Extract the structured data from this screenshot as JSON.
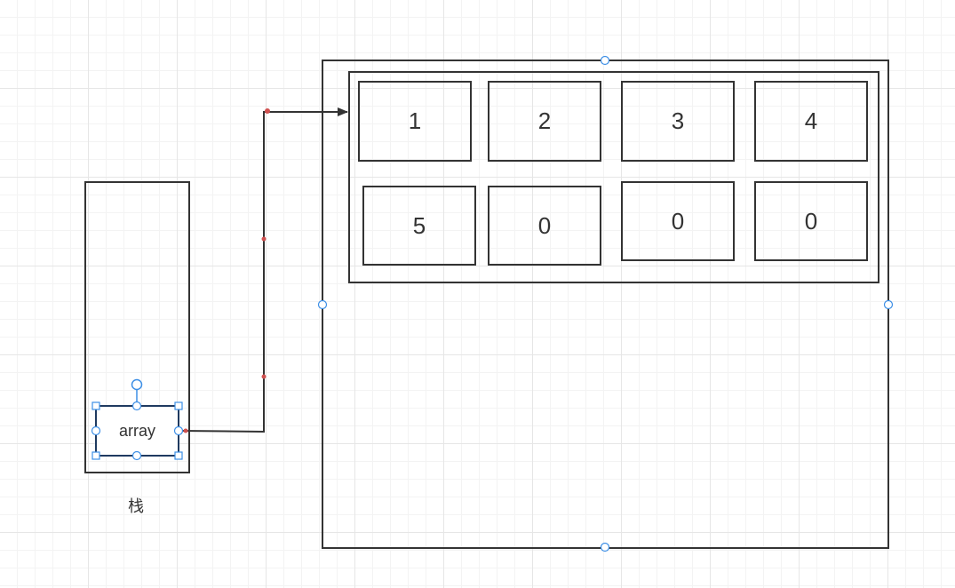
{
  "stack": {
    "label": "栈",
    "variable": "array"
  },
  "heap": {
    "cells": [
      "1",
      "2",
      "3",
      "4",
      "5",
      "0",
      "0",
      "0"
    ]
  },
  "colors": {
    "line": "#333333",
    "selection": "#1f3a60",
    "handle": "#3d8fe6",
    "waypoint": "#d0504f"
  }
}
